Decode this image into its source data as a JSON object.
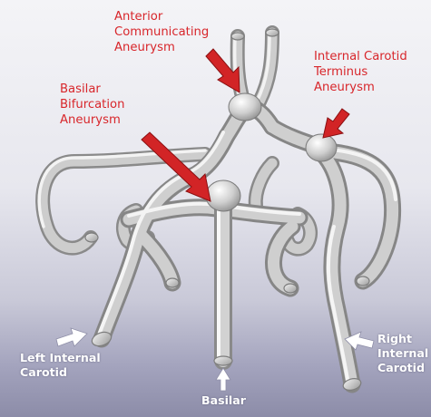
{
  "colors": {
    "label_red": "#d8262b",
    "vessel_light": "#fafafa",
    "vessel_mid": "#c9c9c9",
    "vessel_dark": "#8c8c8c",
    "arrow_red": "#d22426",
    "arrow_white": "#ffffff"
  },
  "labels": {
    "acom": "Anterior\nCommunicating\nAneurysm",
    "ica_terminus": "Internal Carotid\nTerminus\nAneurysm",
    "basilar_bif": "Basilar\nBifurcation\nAneurysm",
    "left_ica": "Left Internal\nCarotid",
    "basilar": "Basilar",
    "right_ica": "Right\nInternal\nCarotid"
  }
}
